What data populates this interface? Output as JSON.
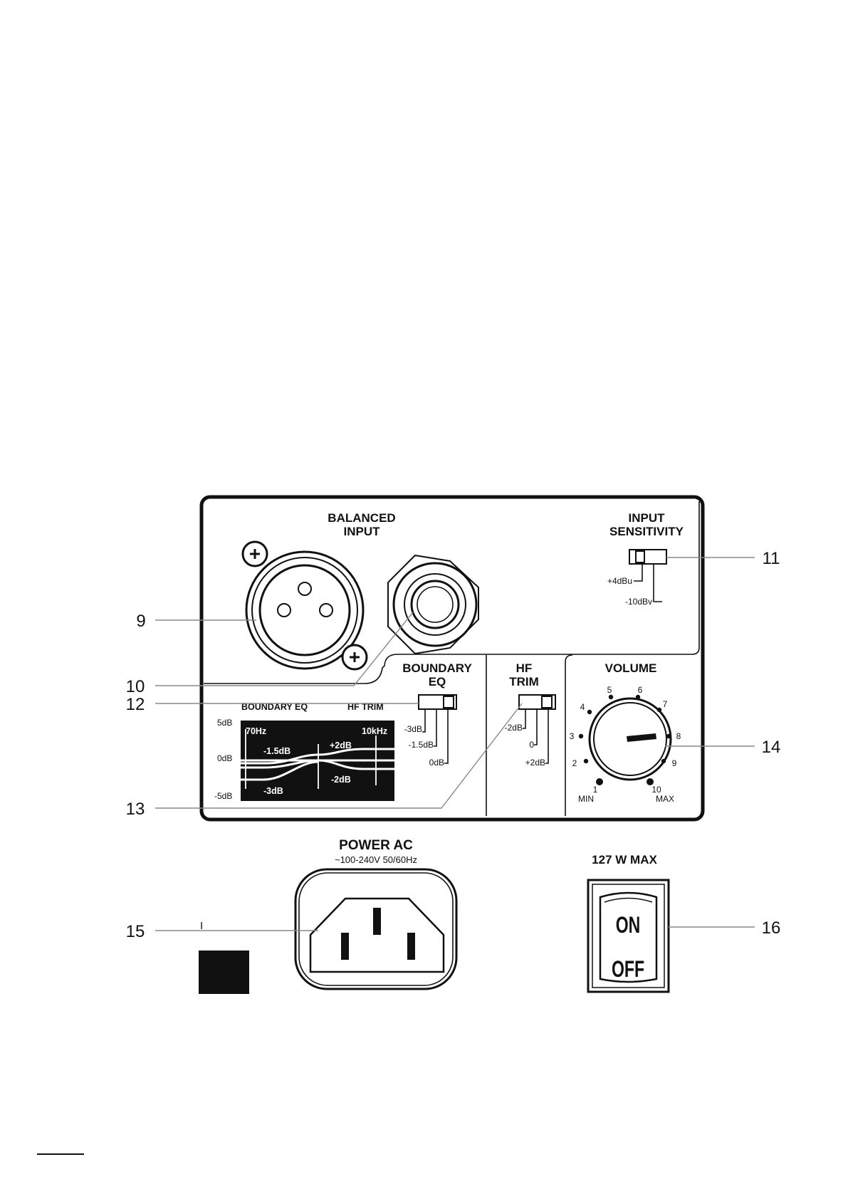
{
  "panel": {
    "balanced_input": [
      "BALANCED",
      "INPUT"
    ],
    "input_sensitivity": {
      "title": [
        "INPUT",
        "SENSITIVITY"
      ],
      "options": [
        "+4dBu",
        "-10dBv"
      ]
    },
    "boundary_eq": {
      "title": [
        "BOUNDARY",
        "EQ"
      ],
      "options": [
        "-3dB",
        "-1.5dB",
        "0dB"
      ]
    },
    "hf_trim": {
      "title": [
        "HF",
        "TRIM"
      ],
      "options": [
        "-2dB",
        "0",
        "+2dB"
      ]
    },
    "eq_graph": {
      "labels": {
        "boundary_eq": "BOUNDARY EQ",
        "hf_trim": "HF TRIM",
        "hz70": "70Hz",
        "khz10": "10kHz",
        "m15db": "-1.5dB",
        "p2db": "+2dB",
        "m3db": "-3dB",
        "m2db": "-2dB"
      },
      "y_axis": [
        "5dB",
        "0dB",
        "-5dB"
      ]
    },
    "volume": {
      "title": "VOLUME",
      "scale": [
        "1",
        "2",
        "3",
        "4",
        "5",
        "6",
        "7",
        "8",
        "9",
        "10"
      ],
      "min": "MIN",
      "max": "MAX",
      "setting": 8
    }
  },
  "power": {
    "title": "POWER AC",
    "spec": "~100-240V 50/60Hz",
    "mark": "I"
  },
  "switch": {
    "rating": "127 W MAX",
    "on": "ON",
    "off": "OFF"
  },
  "callouts": [
    "9",
    "10",
    "11",
    "12",
    "13",
    "14",
    "15",
    "16"
  ]
}
